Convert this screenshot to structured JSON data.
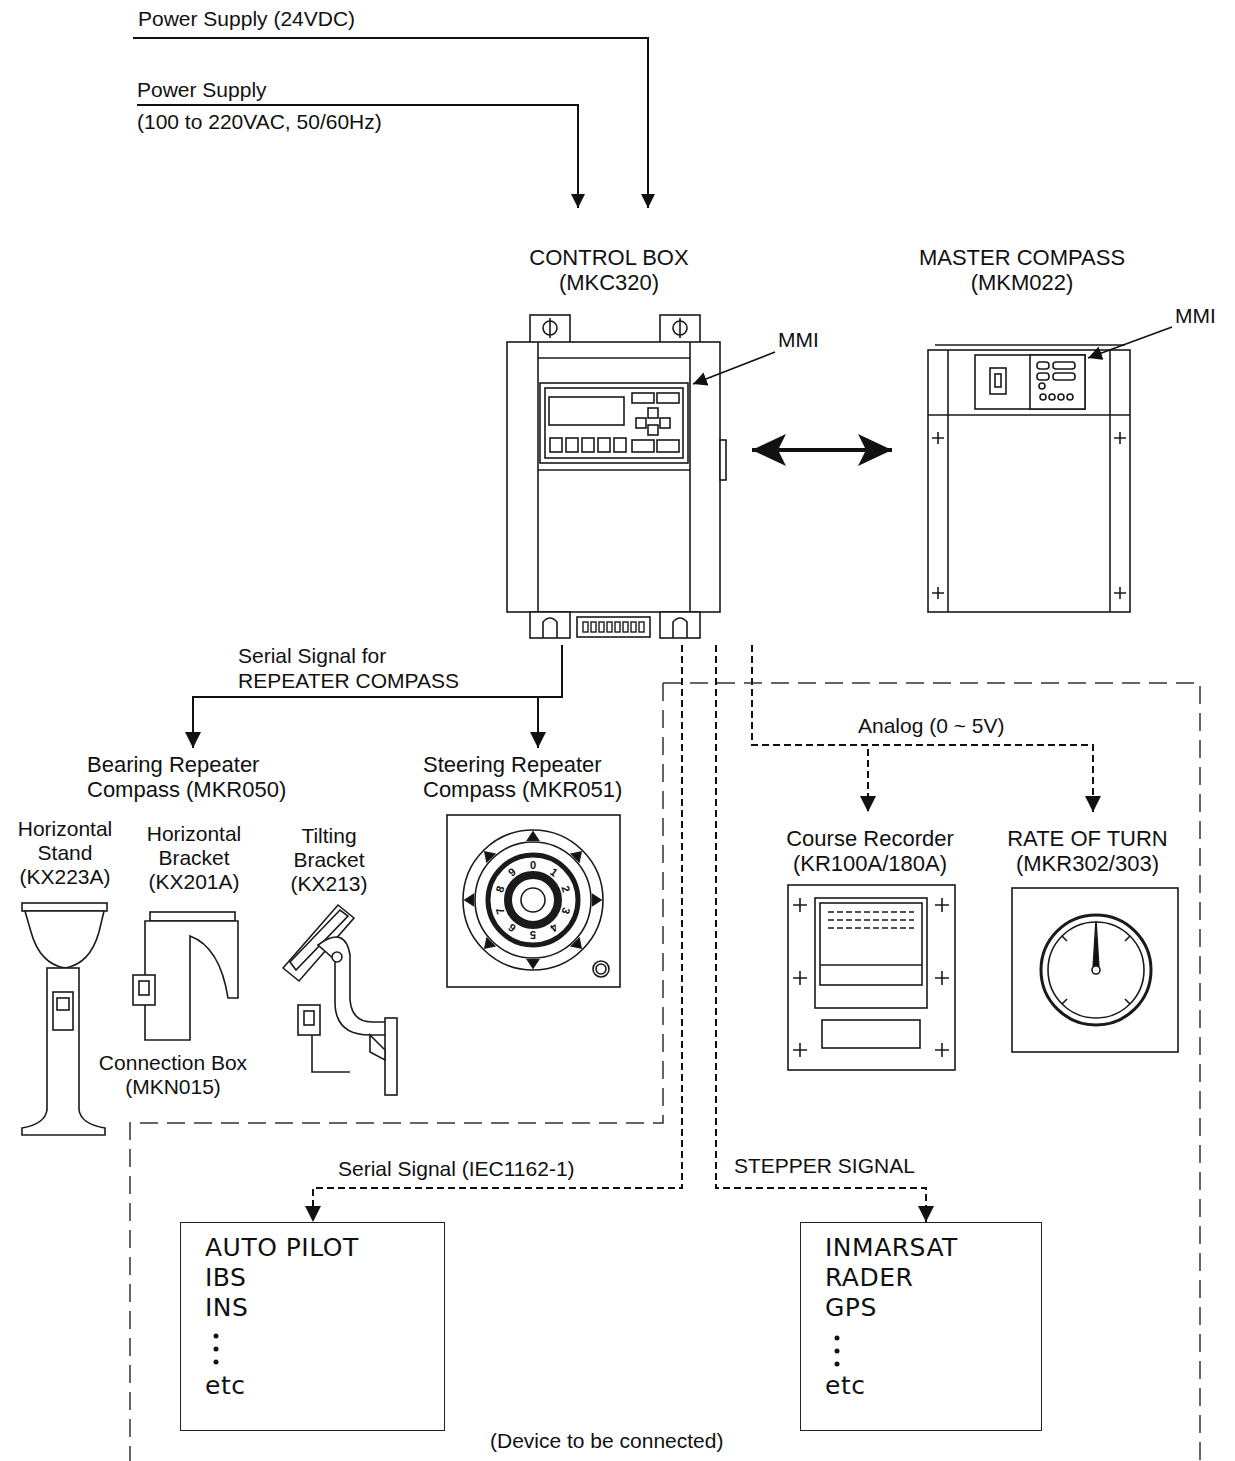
{
  "diagram": {
    "nodes": [
      {
        "text": [
          "CONTROL BOX (MKC320)"
        ]
      },
      {
        "text": [
          "MASTER COMPASS (MKM022)"
        ]
      },
      {
        "text": [
          "Bearing Repeater Compass (MKR050)"
        ]
      },
      {
        "text": [
          "Steering Repeater Compass (MKR051)"
        ]
      },
      {
        "text": [
          "(Device to be connected)"
        ]
      },
      {
        "text": [
          "Course Recorder (KR100A/180A)"
        ],
        "in": 4
      },
      {
        "text": [
          "RATE OF TURN (MKR302/303)"
        ],
        "in": 4
      },
      {
        "text": [
          "AUTO PILOT",
          "IBS",
          "INS",
          "etc"
        ],
        "in": 4
      },
      {
        "text": [
          "INMARSAT",
          "RADER",
          "GPS",
          "etc"
        ],
        "in": 4
      }
    ],
    "edges": [
      {
        "from": 0,
        "to": 1,
        "arrow": "both"
      },
      {
        "from": 0,
        "to": 2,
        "label": "Serial Signal for REPEATER COMPASS",
        "arrow": "to"
      },
      {
        "from": 0,
        "to": 3,
        "arrow": "to"
      },
      {
        "from": 0,
        "to": 5,
        "label": "Analog (0 ~ 5V)",
        "arrow": "to"
      },
      {
        "from": 0,
        "to": 6,
        "arrow": "to"
      },
      {
        "from": 0,
        "to": 7,
        "label": "Serial Signal (IEC1162-1)",
        "arrow": "to"
      },
      {
        "from": 0,
        "to": 8,
        "label": "STEPPER SIGNAL",
        "arrow": "to"
      }
    ],
    "labels": [
      "Power Supply (24VDC)",
      "Power Supply",
      "(100 to 220VAC, 50/60Hz)",
      "MMI",
      "MMI",
      "Horizontal Stand (KX223A)",
      "Horizontal Bracket (KX201A)",
      "Tilting Bracket (KX213)",
      "Connection Box (MKN015)",
      "0",
      "1",
      "2",
      "3",
      "4",
      "5",
      "6",
      "7",
      "8",
      "9"
    ]
  }
}
